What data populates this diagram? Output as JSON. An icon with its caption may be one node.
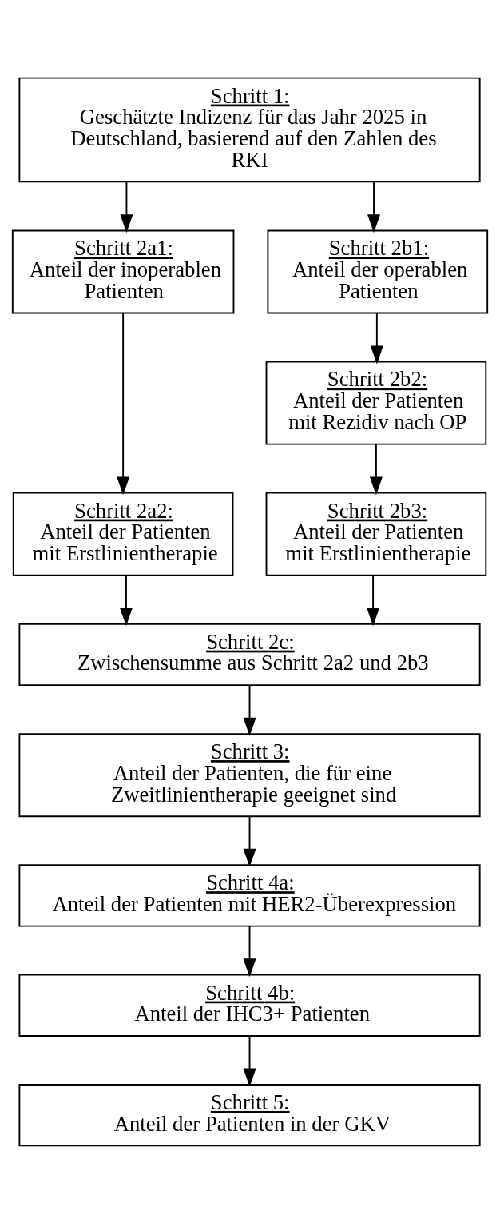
{
  "diagram": {
    "nodes": [
      {
        "text": [
          "Schritt 1:",
          "Geschätzte Indizenz für das Jahr 2025 in Deutschland, basierend auf den Zahlen des RKI"
        ]
      },
      {
        "text": [
          "Schritt 2a1:",
          "Anteil der inoperablen Patienten"
        ]
      },
      {
        "text": [
          "Schritt 2b1:",
          "Anteil der operablen Patienten"
        ]
      },
      {
        "text": [
          "Schritt 2b2:",
          "Anteil der Patienten mit Rezidiv nach OP"
        ]
      },
      {
        "text": [
          "Schritt 2a2:",
          "Anteil der Patienten mit Erstlinientherapie"
        ]
      },
      {
        "text": [
          "Schritt 2b3:",
          "Anteil der Patienten mit Erstlinientherapie"
        ]
      },
      {
        "text": [
          "Schritt 2c:",
          "Zwischensumme aus Schritt 2a2 und 2b3"
        ]
      },
      {
        "text": [
          "Schritt 3:",
          "Anteil der Patienten, die für eine Zweitlinientherapie geeignet sind"
        ]
      },
      {
        "text": [
          "Schritt 4a:",
          "Anteil der Patienten mit HER2-Überexpression"
        ]
      },
      {
        "text": [
          "Schritt 4b:",
          "Anteil der IHC3+ Patienten"
        ]
      },
      {
        "text": [
          "Schritt 5:",
          "Anteil der Patienten in der GKV"
        ]
      }
    ],
    "edges": [
      {
        "from": 0,
        "to": 1,
        "arrow": "to"
      },
      {
        "from": 0,
        "to": 2,
        "arrow": "to"
      },
      {
        "from": 1,
        "to": 4,
        "arrow": "to"
      },
      {
        "from": 2,
        "to": 3,
        "arrow": "to"
      },
      {
        "from": 3,
        "to": 5,
        "arrow": "to"
      },
      {
        "from": 4,
        "to": 6,
        "arrow": "to"
      },
      {
        "from": 5,
        "to": 6,
        "arrow": "to"
      },
      {
        "from": 6,
        "to": 7,
        "arrow": "to"
      },
      {
        "from": 7,
        "to": 8,
        "arrow": "to"
      },
      {
        "from": 8,
        "to": 9,
        "arrow": "to"
      },
      {
        "from": 9,
        "to": 10,
        "arrow": "to"
      }
    ]
  }
}
